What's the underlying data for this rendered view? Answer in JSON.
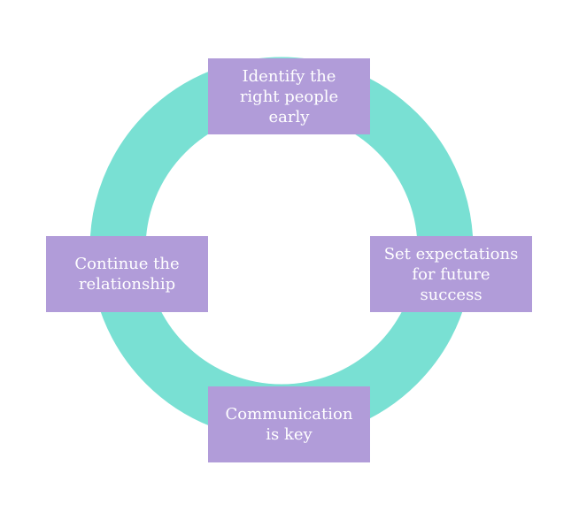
{
  "colors": {
    "ring": "#79E0D3",
    "box": "#B19CD9",
    "text": "#FFFFFF",
    "background": "#FFFFFF"
  },
  "steps": [
    {
      "id": "top",
      "label": "Identify the\nright people\nearly"
    },
    {
      "id": "right",
      "label": "Set expectations\nfor future\nsuccess"
    },
    {
      "id": "bottom",
      "label": "Communication\nis key"
    },
    {
      "id": "left",
      "label": "Continue the\nrelationship"
    }
  ]
}
